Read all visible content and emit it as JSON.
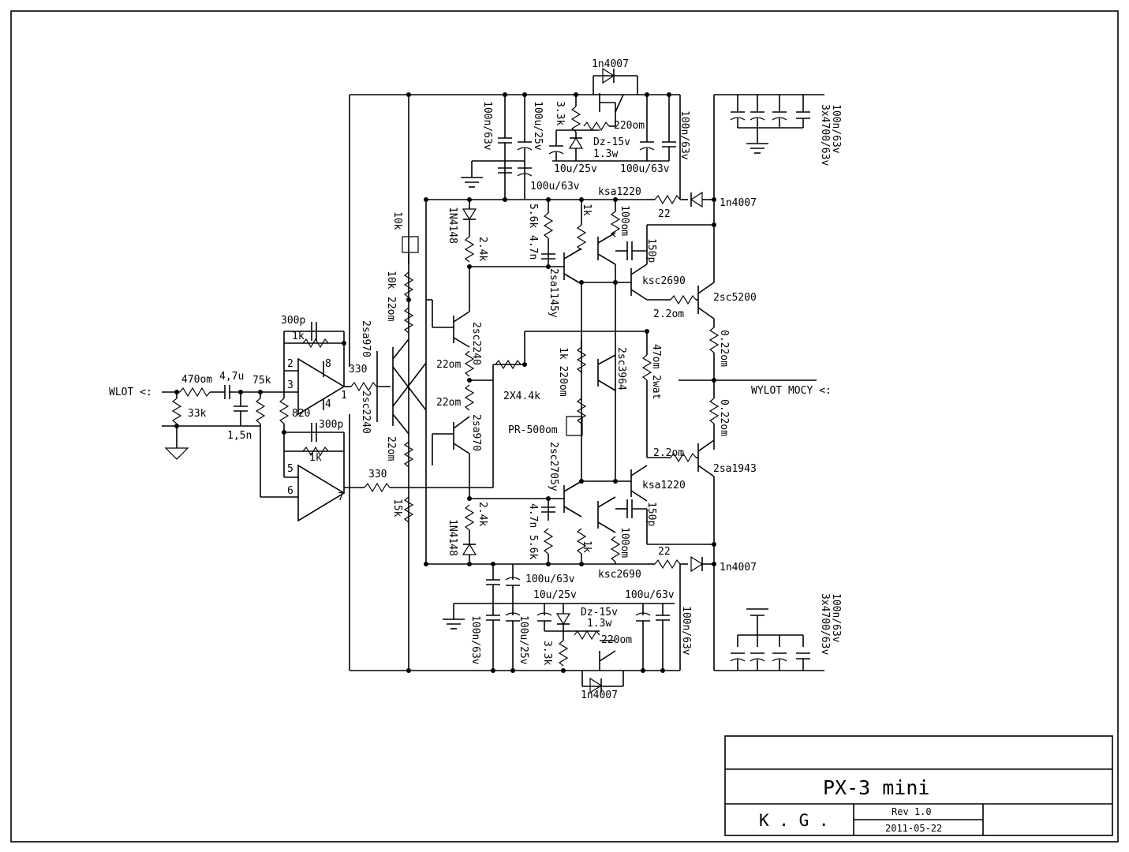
{
  "title_block": {
    "title": "PX-3 mini",
    "author": "K . G .",
    "revision": "Rev 1.0",
    "date": "2011-05-22"
  },
  "io": {
    "input": "WLOT <:",
    "output": "WYLOT MOCY <:"
  },
  "components": {
    "r_in": "470om",
    "c_in": "4,7u",
    "r_in_gnd": "33k",
    "r_bias": "75k",
    "c_filt": "1,5n",
    "r_820": "820",
    "c_fb_a": "300p",
    "r_fb_a": "1k",
    "c_fb_b": "300p",
    "r_fb_b": "1k",
    "pin2": "2",
    "pin3": "3",
    "pin8": "8",
    "pin1": "1",
    "pin4": "4",
    "pin5": "5",
    "pin6": "6",
    "pin7": "7",
    "r_out_a": "330",
    "r_out_b": "330",
    "q_2sa970_a": "2sa970",
    "q_2sc2240_a": "2sc2240",
    "pot_10k": "10k",
    "r_10k": "10k",
    "r_22om_a": "22om",
    "r_22om_b": "22om",
    "r_15k": "15k",
    "q_2sc2240_b": "2sc2240",
    "q_2sa970_b": "2sa970",
    "r_22om_c": "22om",
    "r_22om_d": "22om",
    "r_2x44k": "2X4.4k",
    "d_1n4148_a": "1N4148",
    "d_1n4148_b": "1N4148",
    "r_24k_a": "2.4k",
    "r_24k_b": "2.4k",
    "r_56k_a": "5.6k",
    "c_47n_a": "4.7n",
    "c_47n_b": "4.7n",
    "r_56k_b": "5.6k",
    "q_2sa1145y": "2sa1145y",
    "q_2sc2705y": "2sc2705y",
    "r_1k_a": "1k",
    "r_1k_b": "1k",
    "r_100om_a": "100om",
    "r_100om_b": "100om",
    "q_ksa1220_a": "ksa1220",
    "q_ksa1220_b": "ksa1220",
    "q_ksc2690_a": "ksc2690",
    "q_ksc2690_b": "ksc2690",
    "c_150p_a": "150p",
    "c_150p_b": "150p",
    "r_1k_220om": "1k 220om",
    "q_2sc3964": "2sc3964",
    "pr_500": "PR-500om",
    "r_47om_2wat": "47om 2wat",
    "r_22_a": "22",
    "r_22_b": "22",
    "r_22om_drv_a": "2.2om",
    "r_22om_drv_b": "2.2om",
    "q_2sc5200": "2sc5200",
    "q_2sa1943": "2sa1943",
    "r_022_a": "0.22om",
    "r_022_b": "0.22om",
    "d_1n4007_top": "1n4007",
    "d_1n4007_bot": "1n4007",
    "d_1n4007_rail_a": "1n4007",
    "d_1n4007_rail_b": "1n4007",
    "c_100n63_a": "100n/63v",
    "c_100u25_a": "100u/25v",
    "r_33k_a": "3.3k",
    "r_220om_a": "220om",
    "dz_a": "Dz-15v",
    "dz_a_p": "1.3w",
    "c_10u25_a": "10u/25v",
    "c_100u63_a": "100u/63v",
    "c_100n63_b": "100n/63v",
    "c_100u63_c": "100u/63v",
    "c_100u63_d": "100u/63v",
    "c_10u25_b": "10u/25v",
    "c_100u63_e": "100u/63v",
    "dz_b": "Dz-15v",
    "dz_b_p": "1.3w",
    "r_220om_b": "220om",
    "c_100n63_c": "100n/63v",
    "c_100u25_b": "100u/25v",
    "r_33k_b": "3.3k",
    "c_100n63_d": "100n/63v",
    "bank_top_a": "100n/63v",
    "bank_top_b": "3x4700/63v",
    "bank_bot_a": "100n/63v",
    "bank_bot_b": "3x4700/63v"
  }
}
